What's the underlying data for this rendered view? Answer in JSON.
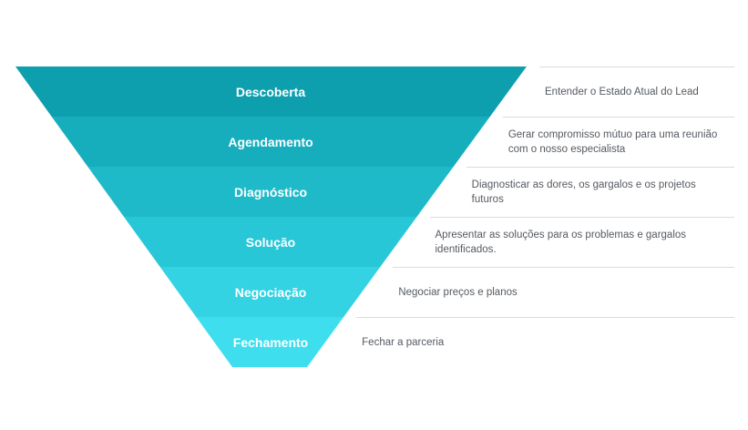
{
  "funnel": {
    "stages": [
      {
        "label": "Descoberta",
        "description": "Entender o Estado Atual do Lead",
        "color": "#0e9faf"
      },
      {
        "label": "Agendamento",
        "description": "Gerar compromisso mútuo para uma reunião com o nosso especialista",
        "color": "#16adbd"
      },
      {
        "label": "Diagnóstico",
        "description": "Diagnosticar as dores, os gargalos e os projetos futuros",
        "color": "#1fbaca"
      },
      {
        "label": "Solução",
        "description": "Apresentar as soluções para os problemas e gargalos identificados.",
        "color": "#28c7d8"
      },
      {
        "label": "Negociação",
        "description": "Negociar preços e planos",
        "color": "#33d3e4"
      },
      {
        "label": "Fechamento",
        "description": "Fechar a parceria",
        "color": "#3edeee"
      }
    ]
  }
}
